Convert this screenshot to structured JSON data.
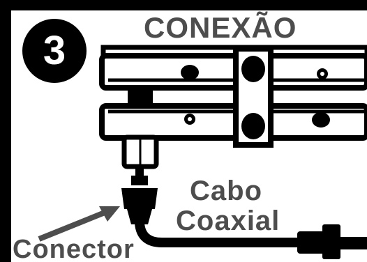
{
  "step": {
    "number": "3"
  },
  "diagram": {
    "title": "CONEXÃO",
    "cable_label_line1": "Cabo",
    "cable_label_line2": "Coaxial",
    "connector_label": "Conector"
  },
  "colors": {
    "ink": "#000000",
    "label_gray": "#4d4d4d",
    "background": "#ffffff"
  }
}
